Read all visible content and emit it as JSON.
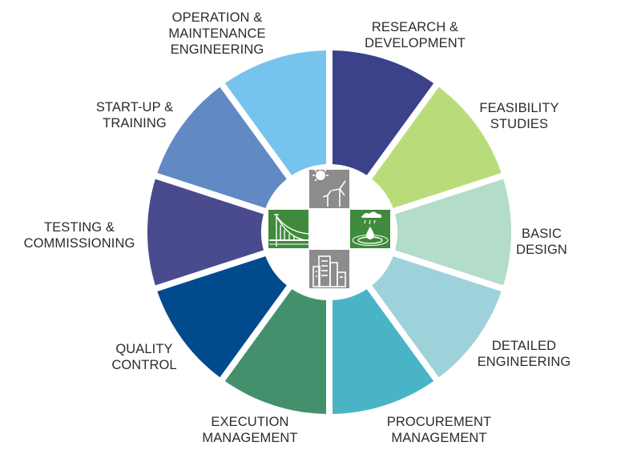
{
  "segments": [
    {
      "id": "research",
      "lines": [
        "RESEARCH &",
        "DEVELOPMENT"
      ],
      "color": "#3b4289"
    },
    {
      "id": "feasibility",
      "lines": [
        "FEASIBILITY",
        "STUDIES"
      ],
      "color": "#b9dc7a"
    },
    {
      "id": "basic",
      "lines": [
        "BASIC",
        "DESIGN"
      ],
      "color": "#b3dcc9"
    },
    {
      "id": "detailed",
      "lines": [
        "DETAILED",
        "ENGINEERING"
      ],
      "color": "#9dd2da"
    },
    {
      "id": "procurement",
      "lines": [
        "PROCUREMENT",
        "MANAGEMENT"
      ],
      "color": "#4ab4c7"
    },
    {
      "id": "execution",
      "lines": [
        "EXECUTION",
        "MANAGEMENT"
      ],
      "color": "#45906c"
    },
    {
      "id": "quality",
      "lines": [
        "QUALITY",
        "CONTROL"
      ],
      "color": "#004a8d"
    },
    {
      "id": "testing",
      "lines": [
        "TESTING &",
        "COMMISSIONING"
      ],
      "color": "#4a4a8e"
    },
    {
      "id": "startup",
      "lines": [
        "START-UP &",
        "TRAINING"
      ],
      "color": "#6189c4"
    },
    {
      "id": "operation",
      "lines": [
        "OPERATION &",
        "MAINTENANCE",
        "ENGINEERING"
      ],
      "color": "#76c4ee"
    }
  ],
  "center": {
    "tiles": [
      {
        "icon": "sun-wind-turbine-icon",
        "color": "#8c8c8c"
      },
      {
        "icon": "water-drop-icon",
        "color": "#3f8a3c"
      },
      {
        "icon": "city-buildings-icon",
        "color": "#8c8c8c"
      },
      {
        "icon": "bridge-icon",
        "color": "#3f8a3c"
      }
    ]
  }
}
